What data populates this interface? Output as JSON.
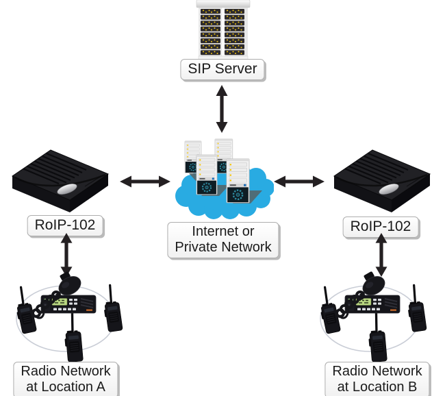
{
  "diagram": {
    "sip": {
      "label": "SIP Server"
    },
    "cloud": {
      "line1": "Internet or",
      "line2": "Private Network"
    },
    "roip_left": {
      "label": "RoIP-102"
    },
    "roip_right": {
      "label": "RoIP-102"
    },
    "radio_a": {
      "line1": "Radio Network",
      "line2": "at Location A"
    },
    "radio_b": {
      "line1": "Radio Network",
      "line2": "at Location B"
    }
  },
  "icons": {
    "sip_server": "server-rack-icon",
    "internet": "cloud-with-servers-icon",
    "roip_device": "roip-gateway-device-icon",
    "radio_network": "mobile-radio-and-handhelds-icon",
    "link": "double-headed-arrow-icon"
  },
  "colors": {
    "cloud_blue": "#29abe2",
    "arrow_dark": "#242022",
    "led_yellow": "#f2c713",
    "fan_teal": "#2f8ba0",
    "label_border": "#adadad",
    "device_black": "#15151a"
  }
}
